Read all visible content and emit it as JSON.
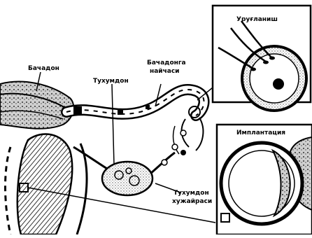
{
  "labels": {
    "uterus": "Бачадон",
    "ovary": "Тухумдон",
    "tube": {
      "line1": "Бачадонга",
      "line2": "найчаси"
    },
    "oviduct": {
      "line1": "Тухумдон",
      "line2": "хужайраси"
    },
    "fertilization": "Уруғланиш",
    "implantation": "Имплантация"
  }
}
